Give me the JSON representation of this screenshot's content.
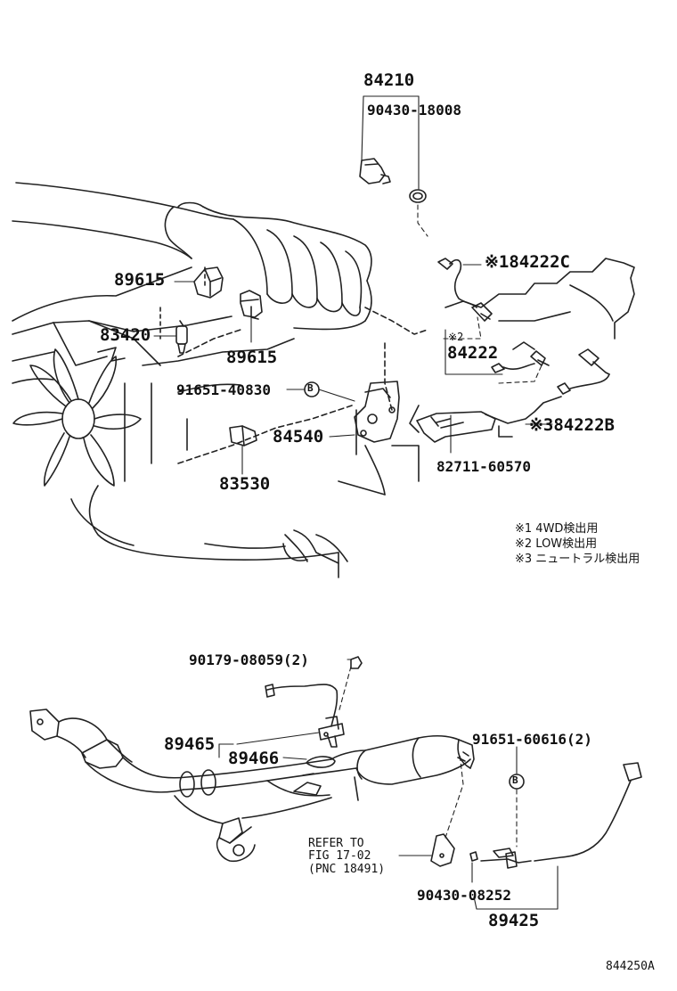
{
  "labels": {
    "p84210": "84210",
    "p90430_18008": "90430-18008",
    "p89615a": "89615",
    "p89615b": "89615",
    "p83420": "83420",
    "p91651_40830": "91651-40830",
    "p84540": "84540",
    "p83530": "83530",
    "p84222c": "※184222C",
    "p84222_mark": "※2",
    "p84222": "84222",
    "p84222b": "※384222B",
    "p82711": "82711-60570",
    "p90179": "90179-08059(2)",
    "p89465": "89465",
    "p89466": "89466",
    "p91651_60616": "91651-60616(2)",
    "p90430_08252": "90430-08252",
    "p89425": "89425"
  },
  "bubbles": {
    "b1": "B",
    "b2": "B"
  },
  "notes": [
    "※1 4WD検出用",
    "※2 LOW検出用",
    "※3 ニュートラル検出用"
  ],
  "refer": {
    "line1": "REFER TO",
    "line2": "FIG 17-02",
    "line3": "(PNC 18491)"
  },
  "drawing_id": "844250A"
}
